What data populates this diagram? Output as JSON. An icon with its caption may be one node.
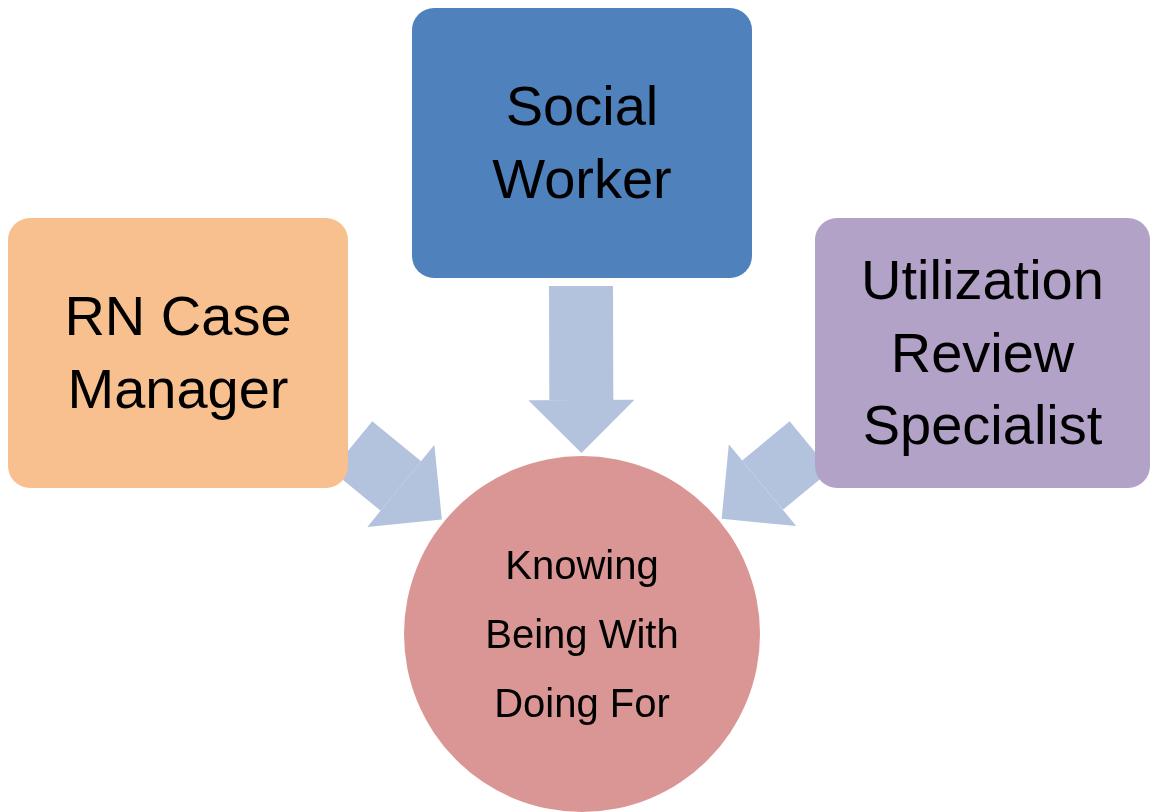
{
  "diagram": {
    "nodes": [
      {
        "text": [
          "RN Case Manager"
        ]
      },
      {
        "text": [
          "Social Worker"
        ]
      },
      {
        "text": [
          "Utilization Review Specialist"
        ]
      },
      {
        "text": [
          "Knowing",
          "Being With",
          "Doing For"
        ]
      }
    ],
    "edges": [
      {
        "from": 0,
        "to": 3,
        "arrow": "to"
      },
      {
        "from": 1,
        "to": 3,
        "arrow": "to"
      },
      {
        "from": 2,
        "to": 3,
        "arrow": "to"
      }
    ]
  }
}
